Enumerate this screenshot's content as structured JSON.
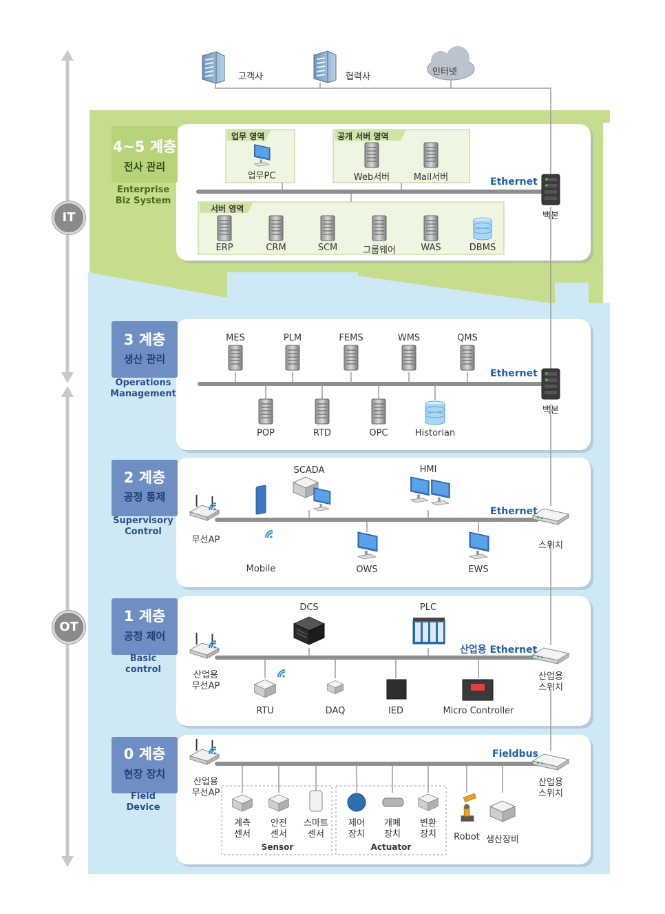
{
  "external": {
    "customer": "고객사",
    "partner": "협력사",
    "internet": "인터넷"
  },
  "side": {
    "it": "IT",
    "ot": "OT"
  },
  "level45": {
    "num": "4~5 계층",
    "name": "전사 관리",
    "english": [
      "Enterprise",
      "Biz System"
    ],
    "network": "Ethernet",
    "backbone": "백본",
    "zone_work": "업무 영역",
    "zone_public": "공개 서버 영역",
    "zone_server": "서버 영역",
    "work_pc": "업무PC",
    "web_server": "Web서버",
    "mail_server": "Mail서버",
    "servers": [
      "ERP",
      "CRM",
      "SCM",
      "그룹웨어",
      "WAS",
      "DBMS"
    ]
  },
  "level3": {
    "num": "3 계층",
    "name": "생산 관리",
    "english": [
      "Operations",
      "Management"
    ],
    "network": "Ethernet",
    "backbone": "백본",
    "top": [
      "MES",
      "PLM",
      "FEMS",
      "WMS",
      "QMS"
    ],
    "bottom": [
      "POP",
      "RTD",
      "OPC",
      "Historian"
    ]
  },
  "level2": {
    "num": "2 계층",
    "name": "공정 통제",
    "english": [
      "Supervisory",
      "Control"
    ],
    "network": "Ethernet",
    "switch": "스위치",
    "ap": "무선AP",
    "scada": "SCADA",
    "hmi": "HMI",
    "mobile": "Mobile",
    "ows": "OWS",
    "ews": "EWS"
  },
  "level1": {
    "num": "1 계층",
    "name": "공정 제어",
    "english": [
      "Basic",
      "control"
    ],
    "network": "산업용 Ethernet",
    "switch": [
      "산업용",
      "스위치"
    ],
    "ap": [
      "산업용",
      "무선AP"
    ],
    "dcs": "DCS",
    "plc": "PLC",
    "rtu": "RTU",
    "daq": "DAQ",
    "ied": "IED",
    "micro": "Micro Controller"
  },
  "level0": {
    "num": "0 계층",
    "name": "현장 장치",
    "english": [
      "Field",
      "Device"
    ],
    "network": "Fieldbus",
    "switch": [
      "산업용",
      "스위치"
    ],
    "ap": [
      "산업용",
      "무선AP"
    ],
    "sensors": [
      [
        "계측",
        "센서"
      ],
      [
        "안전",
        "센서"
      ],
      [
        "스마트",
        "센서"
      ]
    ],
    "sensor_group": "Sensor",
    "actuators": [
      [
        "제어",
        "장치"
      ],
      [
        "개폐",
        "장치"
      ],
      [
        "변환",
        "장치"
      ]
    ],
    "actuator_group": "Actuator",
    "robot": "Robot",
    "production": "생산장비"
  },
  "colors": {
    "it_band": "#c5dd8d",
    "ot_band": "#cfe8f6",
    "panel": "#ffffff",
    "level_box": "#6f8fc4",
    "level_box_top": "#b8d47a",
    "bus": "#8f8f8f",
    "network_text": "#1f5fa8"
  }
}
